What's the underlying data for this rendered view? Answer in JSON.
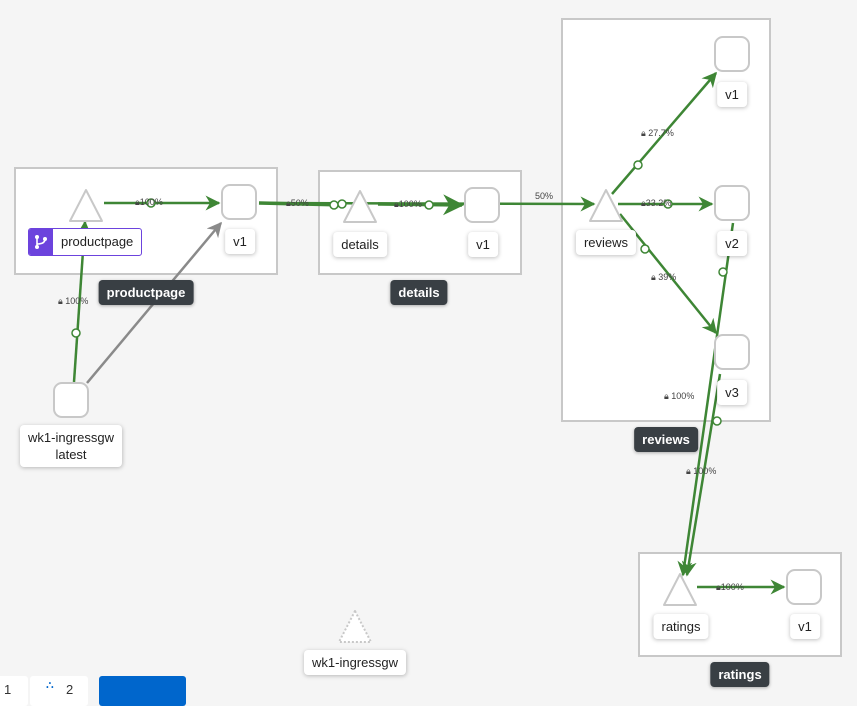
{
  "colors": {
    "edge_ok": "#3e8635",
    "edge_idle": "#8a8a8a",
    "app_badge": "#6c43dd",
    "box_label_bg": "#393f44",
    "primary": "#0066cc"
  },
  "boxes": [
    {
      "name": "productpage",
      "label": "productpage"
    },
    {
      "name": "details",
      "label": "details"
    },
    {
      "name": "reviews",
      "label": "reviews"
    },
    {
      "name": "ratings",
      "label": "ratings"
    }
  ],
  "nodes": {
    "productpage_service": "productpage",
    "productpage_v1": "v1",
    "details_service": "details",
    "details_v1": "v1",
    "reviews_service": "reviews",
    "reviews_v1": "v1",
    "reviews_v2": "v2",
    "reviews_v3": "v3",
    "ratings_service": "ratings",
    "ratings_v1": "v1",
    "ingress_workload_line1": "wk1-ingressgw",
    "ingress_workload_line2": "latest",
    "ingress_service": "wk1-ingressgw"
  },
  "edges": {
    "ingress_to_productpage": "100%",
    "productpage_svc_to_v1": "100%",
    "productpage_to_details": "50%",
    "productpage_to_reviews": "50%",
    "details_svc_to_v1": "100%",
    "reviews_to_v1": "27.7%",
    "reviews_to_v2": "33.2%",
    "reviews_to_v3": "39%",
    "reviews_v2_to_ratings": "100%",
    "reviews_v3_to_ratings": "100%",
    "ratings_svc_to_v1": "100%"
  },
  "toolbar": {
    "btn1": "1",
    "btn2": "2"
  }
}
